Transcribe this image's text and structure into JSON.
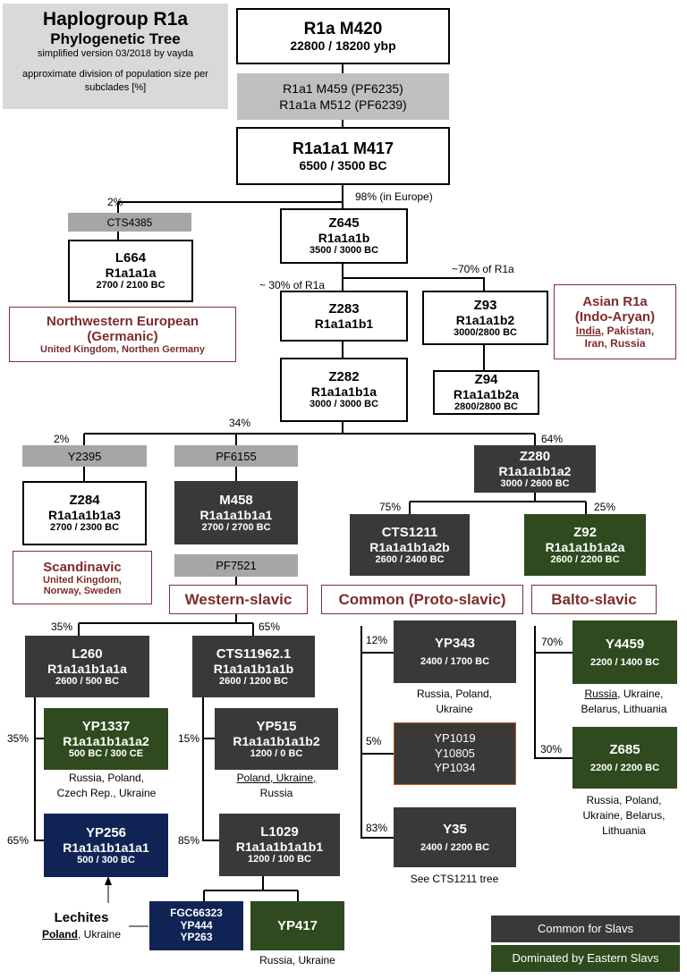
{
  "header": {
    "title_line1": "Haplogroup R1a",
    "title_line2": "Phylogenetic Tree",
    "version": "simplified version 03/2018 by vayda",
    "note": "approximate division of population size per subclades [%]"
  },
  "root": {
    "line1": "R1a  M420",
    "line2": "22800 / 18200 ybp"
  },
  "intermediate": {
    "line1": "R1a1 M459 (PF6235)",
    "line2": "R1a1a M512 (PF6239)"
  },
  "m417": {
    "line1": "R1a1a1  M417",
    "line2": "6500 / 3500 BC"
  },
  "labels": {
    "pct_2_l664": "2%",
    "pct_98": "98% (in Europe)",
    "pct_30": "~ 30% of R1a",
    "pct_70": "~70% of R1a",
    "pct_34": "34%",
    "pct_2_y2395": "2%",
    "pct_64": "64%",
    "pct_75": "75%",
    "pct_25": "25%",
    "pct_35_l260": "35%",
    "pct_65_cts": "65%",
    "pct_35_yp1337": "35%",
    "pct_65_yp256": "65%",
    "pct_15": "15%",
    "pct_85": "85%",
    "pct_12": "12%",
    "pct_5": "5%",
    "pct_83": "83%",
    "pct_70_y4459": "70%",
    "pct_30_z685": "30%"
  },
  "snps": {
    "cts4385": "CTS4385",
    "y2395": "Y2395",
    "pf6155": "PF6155",
    "pf7521": "PF7521"
  },
  "nodes": {
    "l664": {
      "l1": "L664",
      "l2": "R1a1a1a",
      "l3": "2700 / 2100 BC"
    },
    "z645": {
      "l1": "Z645",
      "l2": "R1a1a1b",
      "l3": "3500 / 3000 BC"
    },
    "z283": {
      "l1": "Z283",
      "l2": "R1a1a1b1"
    },
    "z93": {
      "l1": "Z93",
      "l2": "R1a1a1b2",
      "l3": "3000/2800 BC"
    },
    "z94": {
      "l1": "Z94",
      "l2": "R1a1a1b2a",
      "l3": "2800/2800 BC"
    },
    "z282": {
      "l1": "Z282",
      "l2": "R1a1a1b1a",
      "l3": "3000 / 3000 BC"
    },
    "z284": {
      "l1": "Z284",
      "l2": "R1a1a1b1a3",
      "l3": "2700 / 2300 BC"
    },
    "m458": {
      "l1": "M458",
      "l2": "R1a1a1b1a1",
      "l3": "2700 / 2700 BC"
    },
    "z280": {
      "l1": "Z280",
      "l2": "R1a1a1b1a2",
      "l3": "3000 / 2600 BC"
    },
    "cts1211": {
      "l1": "CTS1211",
      "l2": "R1a1a1b1a2b",
      "l3": "2600 / 2400 BC"
    },
    "z92": {
      "l1": "Z92",
      "l2": "R1a1a1b1a2a",
      "l3": "2600 / 2200 BC"
    },
    "l260": {
      "l1": "L260",
      "l2": "R1a1a1b1a1a",
      "l3": "2600 / 500 BC"
    },
    "cts11962": {
      "l1": "CTS11962.1",
      "l2": "R1a1a1b1a1b",
      "l3": "2600 / 1200 BC"
    },
    "yp1337": {
      "l1": "YP1337",
      "l2": "R1a1a1b1a1a2",
      "l3": "500 BC / 300 CE"
    },
    "yp256": {
      "l1": "YP256",
      "l2": "R1a1a1b1a1a1",
      "l3": "500 / 300 BC"
    },
    "yp515": {
      "l1": "YP515",
      "l2": "R1a1a1b1a1b2",
      "l3": "1200 / 0 BC"
    },
    "l1029": {
      "l1": "L1029",
      "l2": "R1a1a1b1a1b1",
      "l3": "1200 / 100 BC"
    },
    "fgc": {
      "l1": "FGC66323",
      "l2": "YP444",
      "l3": "YP263"
    },
    "yp417": {
      "l1": "YP417"
    },
    "yp343": {
      "l1": "YP343",
      "l2": "2400 / 1700 BC"
    },
    "yp1019": {
      "l1": "YP1019",
      "l2": "Y10805",
      "l3": "YP1034"
    },
    "y35": {
      "l1": "Y35",
      "l2": "2400 / 2200 BC"
    },
    "y4459": {
      "l1": "Y4459",
      "l2": "2200 / 1400 BC"
    },
    "z685": {
      "l1": "Z685",
      "l2": "2200 / 2200 BC"
    }
  },
  "regions": {
    "nw_europe": {
      "title1": "Northwestern European",
      "title2": "(Germanic)",
      "sub": "United Kingdom, Northen Germany"
    },
    "asian": {
      "title1": "Asian R1a",
      "title2": "(Indo-Aryan)",
      "sub1_a": "India",
      "sub1_b": ", Pakistan,",
      "sub2": "Iran, Russia"
    },
    "scandinavic": {
      "title": "Scandinavic",
      "sub1": "United Kingdom,",
      "sub2": "Norway, Sweden"
    },
    "western_slavic": {
      "title": "Western-slavic"
    },
    "common": {
      "title": "Common (Proto-slavic)"
    },
    "balto": {
      "title": "Balto-slavic"
    }
  },
  "geo": {
    "yp1337_1": "Russia, Poland,",
    "yp1337_2": "Czech Rep., Ukraine",
    "yp515_1": "Poland, Ukraine,",
    "yp515_2": "Russia",
    "yp343_1": "Russia, Poland,",
    "yp343_2": "Ukraine",
    "y35": "See CTS1211 tree",
    "y4459_1a": "Russia",
    "y4459_1b": ", Ukraine,",
    "y4459_2": "Belarus, Lithuania",
    "z685_1": "Russia, Poland,",
    "z685_2": "Ukraine, Belarus,",
    "z685_3": "Lithuania",
    "yp417": "Russia, Ukraine",
    "lechites_title": "Lechites",
    "lechites_a": "Poland",
    "lechites_b": ", Ukraine"
  },
  "legend": {
    "common": "Common for Slavs",
    "eastern": "Dominated by Eastern Slavs"
  },
  "colors": {
    "dark": "#3b3838",
    "green": "#2e4a1e",
    "navy": "#0f2355",
    "snp_gray": "#a6a6a6",
    "region_red": "#7f2b2b"
  }
}
